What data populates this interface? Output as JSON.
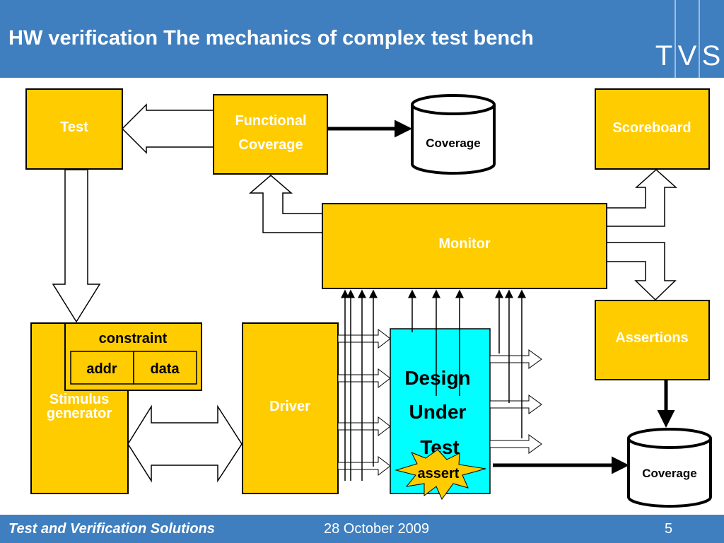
{
  "header": {
    "title": "HW verification The mechanics of complex test bench"
  },
  "logo": {
    "letters": [
      "T",
      "V",
      "S"
    ]
  },
  "footer": {
    "company": "Test and Verification Solutions",
    "date": "28 October 2009",
    "page": "5"
  },
  "blocks": {
    "test": "Test",
    "functional_coverage": [
      "Functional",
      "Coverage"
    ],
    "coverage_top": "Coverage",
    "scoreboard": "Scoreboard",
    "monitor": "Monitor",
    "assertions": "Assertions",
    "stimulus_generator": [
      "Stimulus",
      "generator"
    ],
    "constraint": "constraint",
    "addr": "addr",
    "data": "data",
    "driver": "Driver",
    "dut": [
      "Design",
      "Under",
      "Test"
    ],
    "assert": "assert",
    "coverage_bottom": "Coverage"
  },
  "colors": {
    "header": "#3f7fbf",
    "block": "#ffcc00",
    "dut": "#00ffff",
    "text_on_block": "#ffffff"
  }
}
